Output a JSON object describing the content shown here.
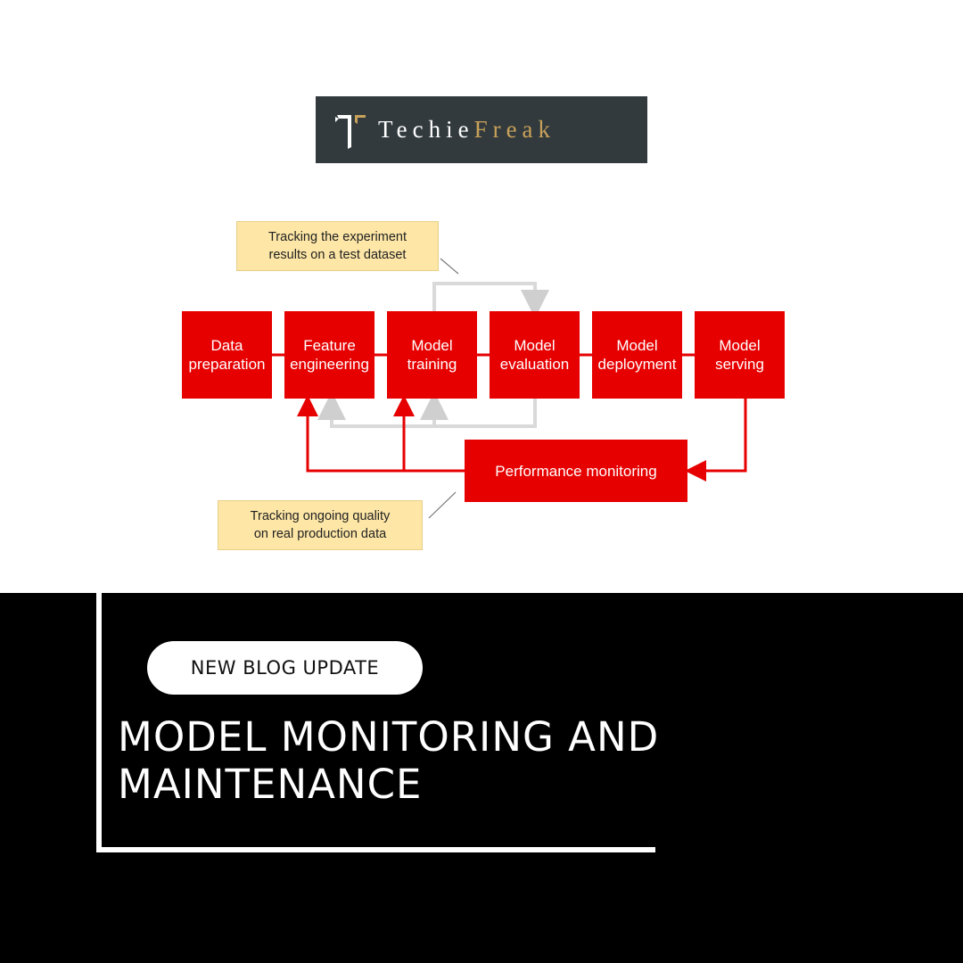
{
  "logo": {
    "text_main": "Techie",
    "text_accent": "Freak",
    "background": "#323a3d",
    "accent_color": "#c8a15a"
  },
  "diagram": {
    "stages": [
      {
        "id": "data-preparation",
        "label": "Data\npreparation"
      },
      {
        "id": "feature-engineering",
        "label": "Feature\nengineering"
      },
      {
        "id": "model-training",
        "label": "Model\ntraining"
      },
      {
        "id": "model-evaluation",
        "label": "Model\nevaluation"
      },
      {
        "id": "model-deployment",
        "label": "Model\ndeployment"
      },
      {
        "id": "model-serving",
        "label": "Model\nserving"
      }
    ],
    "monitoring": {
      "label": "Performance monitoring"
    },
    "notes": {
      "experiment": "Tracking the experiment\nresults on a test dataset",
      "production": "Tracking ongoing quality\non real production data"
    },
    "colors": {
      "stage": "#e60000",
      "note": "#fde6a6",
      "experiment_arrows": "#d9d9d9",
      "monitoring_arrows": "#e60000"
    }
  },
  "banner": {
    "tag": "NEW BLOG UPDATE",
    "title_line1": "MODEL MONITORING AND",
    "title_line2": "MAINTENANCE"
  }
}
